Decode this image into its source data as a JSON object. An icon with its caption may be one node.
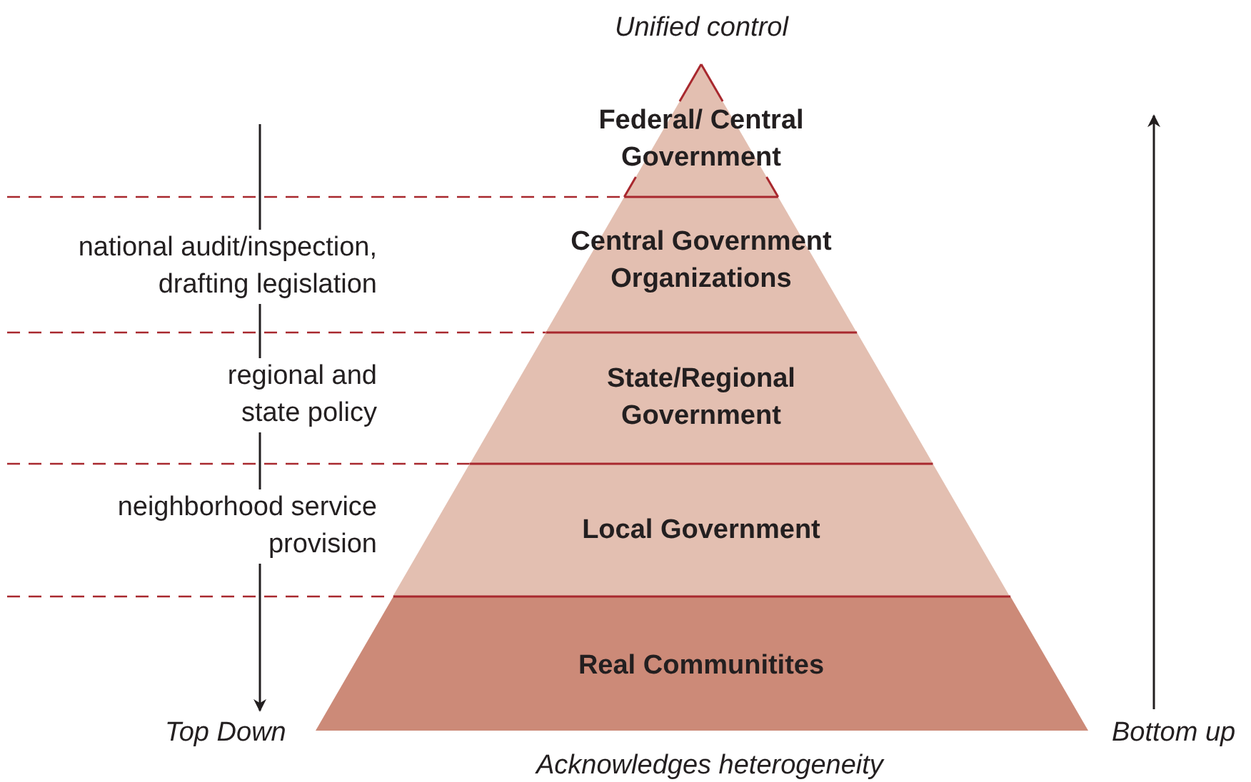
{
  "diagram": {
    "nodes": [
      {
        "text": [
          "Federal/ Central Government"
        ]
      },
      {
        "text": [
          "Central Government Organizations"
        ]
      },
      {
        "text": [
          "State/Regional Government"
        ]
      },
      {
        "text": [
          "Local Government"
        ]
      },
      {
        "text": [
          "Real Communitites"
        ]
      }
    ],
    "labels": [
      "Unified control",
      "national audit/inspection, drafting legislation",
      "regional and state policy",
      "neighborhood service provision",
      "Top Down",
      "Acknowledges heterogeneity",
      "Bottom up"
    ]
  }
}
